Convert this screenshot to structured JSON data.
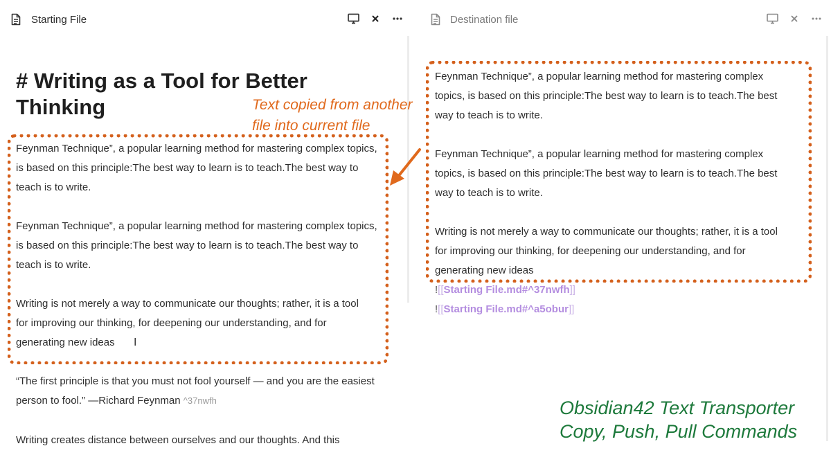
{
  "left_pane": {
    "tab": {
      "icon": "file-icon",
      "title": "Starting File"
    },
    "heading": "# Writing as a Tool for Better Thinking",
    "paragraphs": [
      "Feynman Technique”, a popular learning method for mastering complex topics, is based on this principle:The best way to learn is to teach.The best way to teach is to write.",
      "Feynman Technique”, a popular learning method for mastering complex topics, is based on this principle:The best way to learn is to teach.The best way to teach is to write.",
      "Writing is not merely a way to communicate our thoughts; rather, it is a tool for improving our thinking, for deepening our understanding, and for generating new ideas"
    ],
    "quote": {
      "text": "“The first principle is that you must not fool yourself — and you are the easiest person to fool.” —Richard Feynman",
      "block_id": "^37nwfh"
    },
    "last_paragraph": "Writing creates distance between ourselves and our thoughts. And this"
  },
  "right_pane": {
    "tab": {
      "icon": "file-icon",
      "title": "Destination file"
    },
    "paragraphs": [
      "Feynman Technique”, a popular learning method for mastering complex topics, is based on this principle:The best way to learn is to teach.The best way to teach is to write.",
      "Feynman Technique”, a popular learning method for mastering complex topics, is based on this principle:The best way to learn is to teach.The best way to teach is to write.",
      "Writing is not merely a way to communicate our thoughts; rather, it is a tool for improving our thinking, for deepening our understanding, and for generating new ideas"
    ],
    "embeds": [
      {
        "prefix": "!",
        "open": "[[",
        "link": "Starting File.md#^37nwfh",
        "close": "]]"
      },
      {
        "prefix": "!",
        "open": "[[",
        "link": "Starting File.md#^a5obur",
        "close": "]]"
      }
    ]
  },
  "tab_actions": {
    "icons": [
      "monitor-icon",
      "close-icon",
      "more-icon"
    ]
  },
  "annotation": {
    "text": "Text copied from another file into current file",
    "color": "#e0691c"
  },
  "caption": {
    "line1": "Obsidian42 Text Transporter",
    "line2": "Copy, Push, Pull Commands",
    "color": "#1e7a3c"
  },
  "colors": {
    "dotted_outline": "#d4601c",
    "embed_link": "#b48ee0"
  }
}
